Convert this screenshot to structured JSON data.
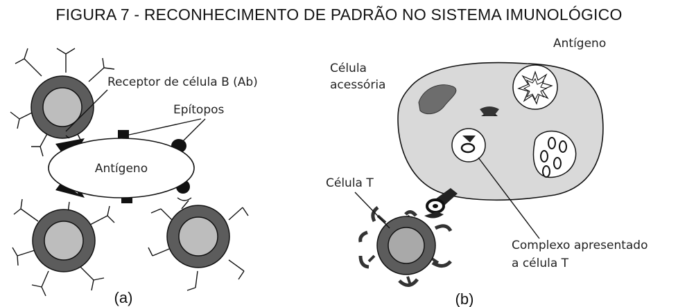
{
  "title": "FIGURA 7 - RECONHECIMENTO DE PADRÃO NO SISTEMA IMUNOLÓGICO",
  "panel_a": {
    "label": "(a)",
    "receptor_label": "Receptor de célula B (Ab)",
    "epitopes_label": "Epítopos",
    "antigen_label": "Antígeno"
  },
  "panel_b": {
    "label": "(b)",
    "cell_label_line1": "Célula",
    "cell_label_line2": "acessória",
    "antigen_label": "Antígeno",
    "tcell_label": "Célula T",
    "complex_label_line1": "Complexo apresentado",
    "complex_label_line2": "a célula T"
  }
}
